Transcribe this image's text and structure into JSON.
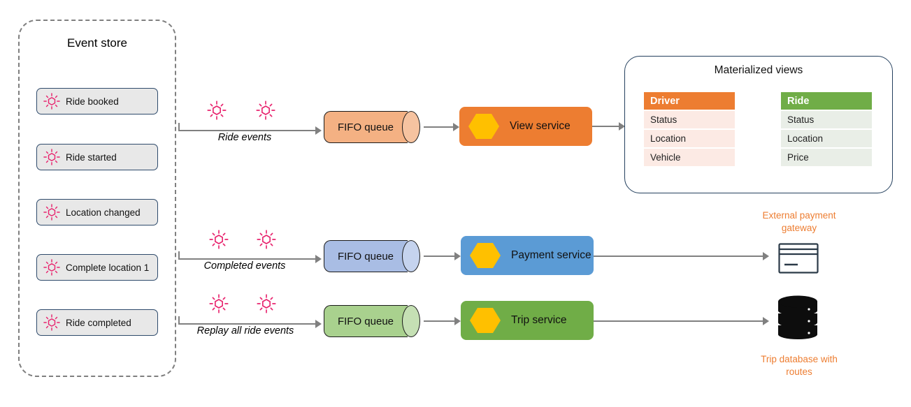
{
  "event_store": {
    "title": "Event store",
    "items": [
      {
        "label": "Ride booked",
        "icon": "event-burst-icon"
      },
      {
        "label": "Ride started",
        "icon": "event-burst-icon"
      },
      {
        "label": "Location changed",
        "icon": "event-burst-icon"
      },
      {
        "label": "Complete location 1",
        "icon": "event-burst-icon"
      },
      {
        "label": "Ride completed",
        "icon": "event-burst-icon"
      }
    ]
  },
  "lanes": [
    {
      "flow_label": "Ride events",
      "queue_label": "FIFO queue",
      "service_label": "View service",
      "queue_color": "#F4B183",
      "service_color": "#ED7D31",
      "hex_color": "#FFC000"
    },
    {
      "flow_label": "Completed events",
      "queue_label": "FIFO queue",
      "service_label": "Payment service",
      "queue_color": "#A9BDE4",
      "service_color": "#5B9BD5",
      "hex_color": "#FFC000"
    },
    {
      "flow_label": "Replay all ride events",
      "queue_label": "FIFO queue",
      "service_label": "Trip service",
      "queue_color": "#A9D18E",
      "service_color": "#70AD47",
      "hex_color": "#FFC000"
    }
  ],
  "materialized_views": {
    "title": "Materialized views",
    "tables": [
      {
        "name": "Driver",
        "header_color": "#ED7D31",
        "row_color": "#FCEAE4",
        "rows": [
          "Status",
          "Location",
          "Vehicle"
        ]
      },
      {
        "name": "Ride",
        "header_color": "#70AD47",
        "row_color": "#E9EEE7",
        "rows": [
          "Status",
          "Location",
          "Price"
        ]
      }
    ]
  },
  "endpoints": [
    {
      "label": "External payment gateway",
      "icon": "credit-card-icon",
      "label_color": "#ED7D31",
      "label_position": "above"
    },
    {
      "label": "Trip database with routes",
      "icon": "database-icon",
      "label_color": "#ED7D31",
      "label_position": "below"
    }
  ],
  "colors": {
    "arrow": "#808080",
    "event_icon": "#E8246E",
    "store_border": "#7f7f7f",
    "accent_orange": "#ED7D31",
    "accent_green": "#70AD47",
    "accent_blue": "#5B9BD5",
    "hex_yellow": "#FFC000"
  }
}
